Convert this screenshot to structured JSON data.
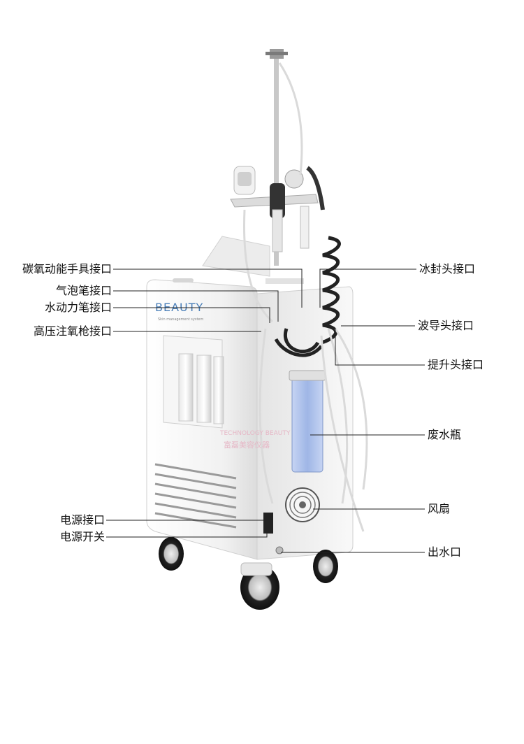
{
  "device": {
    "brand_text": "BEAUTY",
    "sub_text": "Skin management system",
    "watermark_line1": "TECHNOLOGY BEAUTY",
    "watermark_line2": "富磊美容仪器"
  },
  "callouts": {
    "left": [
      {
        "id": "co2-handpiece-port",
        "label": "碳氧动能手具接口"
      },
      {
        "id": "bubble-pen-port",
        "label": "气泡笔接口"
      },
      {
        "id": "hydro-pen-port",
        "label": "水动力笔接口"
      },
      {
        "id": "oxygen-gun-port",
        "label": "高压注氧枪接口"
      },
      {
        "id": "power-port",
        "label": "电源接口"
      },
      {
        "id": "power-switch",
        "label": "电源开关"
      }
    ],
    "right": [
      {
        "id": "ice-head-port",
        "label": "冰封头接口"
      },
      {
        "id": "wave-head-port",
        "label": "波导头接口"
      },
      {
        "id": "lift-head-port",
        "label": "提升头接口"
      },
      {
        "id": "waste-bottle",
        "label": "废水瓶"
      },
      {
        "id": "fan",
        "label": "风扇"
      },
      {
        "id": "water-outlet",
        "label": "出水口"
      }
    ]
  },
  "colors": {
    "line": "#222222",
    "body": "#f4f4f4",
    "shadow": "#d9d9d9",
    "bottle": "#9fb6e6",
    "brand": "#4a7fb8",
    "watermark": "#e6b7c6"
  }
}
